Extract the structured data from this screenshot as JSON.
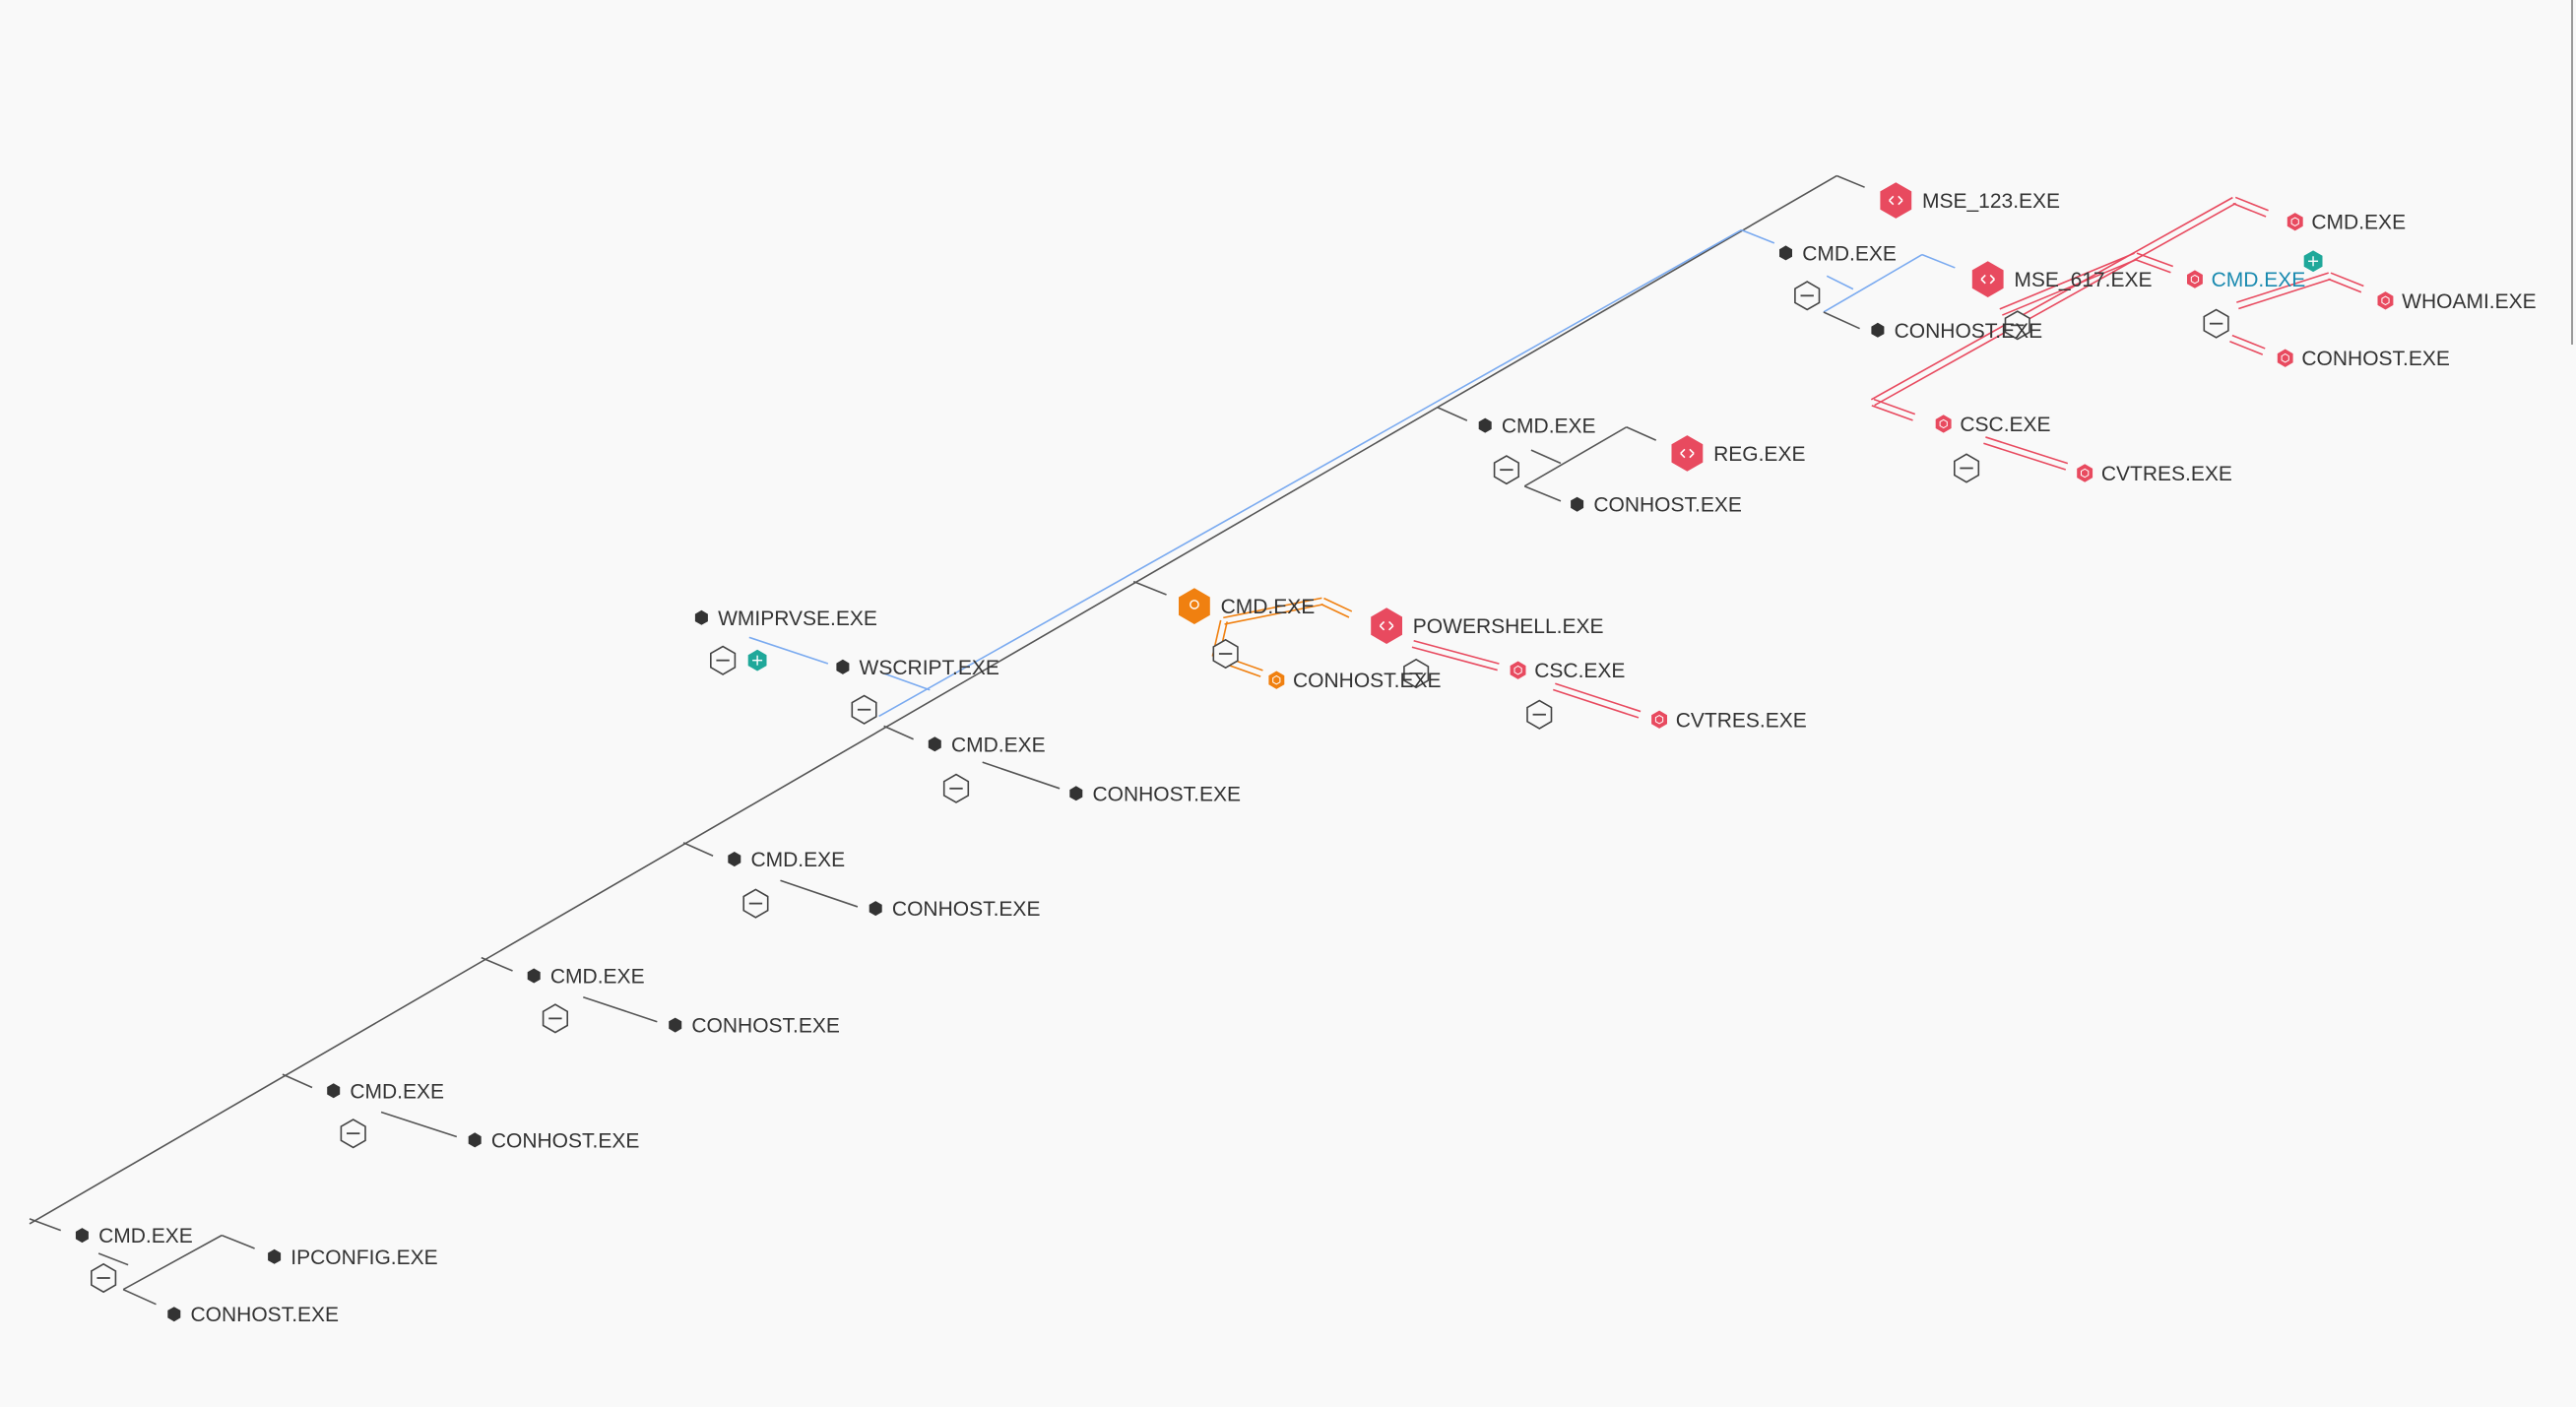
{
  "colors": {
    "background": "#f9f9f9",
    "trunk_line": "#555555",
    "trunk_blue": "#7aaaf0",
    "alert_red": "#e84a5f",
    "warn_orange": "#f08010",
    "ok_teal": "#1fa89a",
    "label_text": "#333333",
    "label_highlight": "#1a8ab0"
  },
  "icons": {
    "process": "hexagon-dot-icon",
    "alert": "alert-hexagon-icon",
    "warning": "warning-hexagon-icon",
    "collapse": "collapse-minus-icon",
    "expand": "expand-plus-icon"
  },
  "nodes": [
    {
      "id": "n_cmd_bottom",
      "label": "CMD.EXE",
      "status": "normal"
    },
    {
      "id": "n_ipconfig",
      "label": "IPCONFIG.EXE",
      "status": "normal"
    },
    {
      "id": "n_conhost_bottom",
      "label": "CONHOST.EXE",
      "status": "normal"
    },
    {
      "id": "n_cmd_a",
      "label": "CMD.EXE",
      "status": "normal"
    },
    {
      "id": "n_conhost_a",
      "label": "CONHOST.EXE",
      "status": "normal"
    },
    {
      "id": "n_cmd_b",
      "label": "CMD.EXE",
      "status": "normal"
    },
    {
      "id": "n_conhost_b",
      "label": "CONHOST.EXE",
      "status": "normal"
    },
    {
      "id": "n_cmd_c",
      "label": "CMD.EXE",
      "status": "normal"
    },
    {
      "id": "n_conhost_c",
      "label": "CONHOST.EXE",
      "status": "normal"
    },
    {
      "id": "n_cmd_d",
      "label": "CMD.EXE",
      "status": "normal"
    },
    {
      "id": "n_conhost_d",
      "label": "CONHOST.EXE",
      "status": "normal"
    },
    {
      "id": "n_wmiprvse",
      "label": "WMIPRVSE.EXE",
      "status": "normal"
    },
    {
      "id": "n_wscript",
      "label": "WSCRIPT.EXE",
      "status": "normal"
    },
    {
      "id": "n_cmd_orange",
      "label": "CMD.EXE",
      "status": "warning"
    },
    {
      "id": "n_conhost_orange",
      "label": "CONHOST.EXE",
      "status": "warning-small"
    },
    {
      "id": "n_powershell",
      "label": "POWERSHELL.EXE",
      "status": "alert"
    },
    {
      "id": "n_csc_mid",
      "label": "CSC.EXE",
      "status": "alert-small"
    },
    {
      "id": "n_cvtres_mid",
      "label": "CVTRES.EXE",
      "status": "alert-small"
    },
    {
      "id": "n_cmd_e",
      "label": "CMD.EXE",
      "status": "normal"
    },
    {
      "id": "n_reg",
      "label": "REG.EXE",
      "status": "alert"
    },
    {
      "id": "n_conhost_e",
      "label": "CONHOST.EXE",
      "status": "normal"
    },
    {
      "id": "n_mse123",
      "label": "MSE_123.EXE",
      "status": "alert"
    },
    {
      "id": "n_cmd_f",
      "label": "CMD.EXE",
      "status": "normal"
    },
    {
      "id": "n_conhost_f",
      "label": "CONHOST.EXE",
      "status": "normal"
    },
    {
      "id": "n_mse617",
      "label": "MSE_617.EXE",
      "status": "alert"
    },
    {
      "id": "n_cmd_top",
      "label": "CMD.EXE",
      "status": "alert-small"
    },
    {
      "id": "n_cmd_highlight",
      "label": "CMD.EXE",
      "status": "highlight"
    },
    {
      "id": "n_whoami",
      "label": "WHOAMI.EXE",
      "status": "alert-small"
    },
    {
      "id": "n_conhost_top",
      "label": "CONHOST.EXE",
      "status": "alert-small"
    },
    {
      "id": "n_csc_top",
      "label": "CSC.EXE",
      "status": "alert-small"
    },
    {
      "id": "n_cvtres_top",
      "label": "CVTRES.EXE",
      "status": "alert-small"
    }
  ]
}
